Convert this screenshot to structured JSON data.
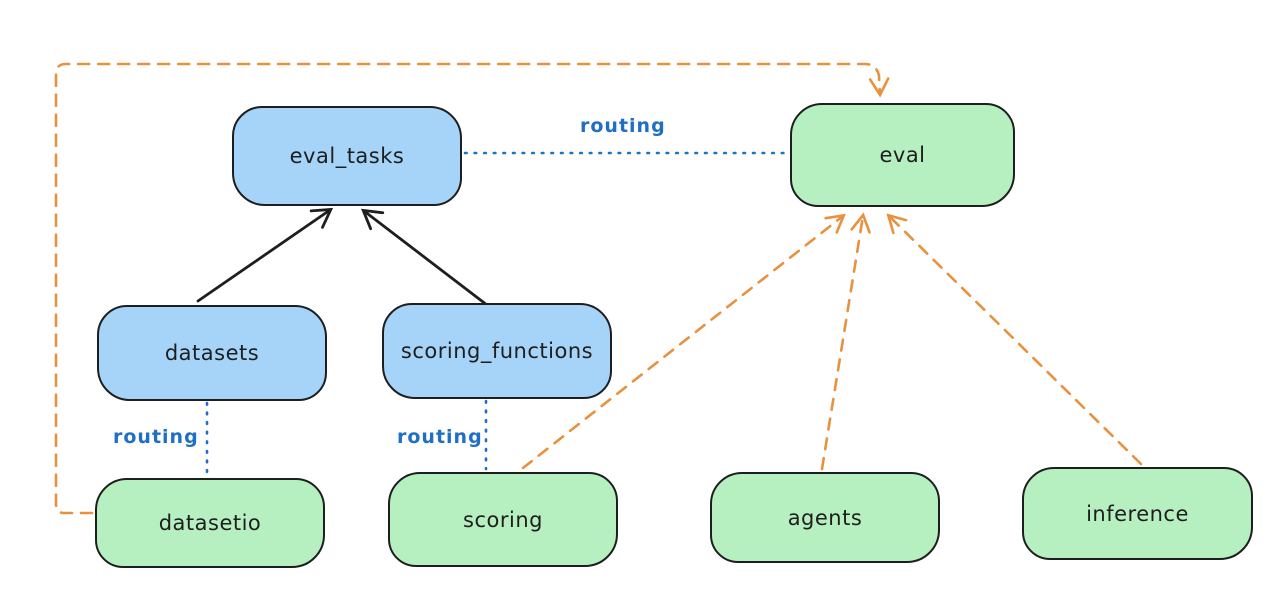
{
  "diagram": {
    "colors": {
      "black": "#1e1e1e",
      "blue_fill": "#a5d4f8",
      "green_fill": "#b6f0c1",
      "routing_blue": "#1f6fc5",
      "orange": "#e8913f",
      "canvas_bg": "#ffffff"
    },
    "nodes": [
      {
        "id": "eval_tasks",
        "label": "eval_tasks",
        "kind": "api"
      },
      {
        "id": "eval",
        "label": "eval",
        "kind": "provider"
      },
      {
        "id": "datasets",
        "label": "datasets",
        "kind": "api"
      },
      {
        "id": "scoring_functions",
        "label": "scoring_functions",
        "kind": "api"
      },
      {
        "id": "datasetio",
        "label": "datasetio",
        "kind": "provider"
      },
      {
        "id": "scoring",
        "label": "scoring",
        "kind": "provider"
      },
      {
        "id": "agents",
        "label": "agents",
        "kind": "provider"
      },
      {
        "id": "inference",
        "label": "inference",
        "kind": "provider"
      }
    ],
    "edges": [
      {
        "from": "datasets",
        "to": "eval_tasks",
        "style": "solid",
        "color": "black"
      },
      {
        "from": "scoring_functions",
        "to": "eval_tasks",
        "style": "solid",
        "color": "black"
      },
      {
        "from": "eval_tasks",
        "to": "eval",
        "style": "dotted",
        "color": "blue",
        "label": "routing"
      },
      {
        "from": "datasets",
        "to": "datasetio",
        "style": "dotted",
        "color": "blue",
        "label": "routing"
      },
      {
        "from": "scoring_functions",
        "to": "scoring",
        "style": "dotted",
        "color": "blue",
        "label": "routing"
      },
      {
        "from": "datasetio",
        "to": "eval",
        "style": "dashed",
        "color": "orange"
      },
      {
        "from": "scoring",
        "to": "eval",
        "style": "dashed",
        "color": "orange"
      },
      {
        "from": "agents",
        "to": "eval",
        "style": "dashed",
        "color": "orange"
      },
      {
        "from": "inference",
        "to": "eval",
        "style": "dashed",
        "color": "orange"
      }
    ]
  }
}
